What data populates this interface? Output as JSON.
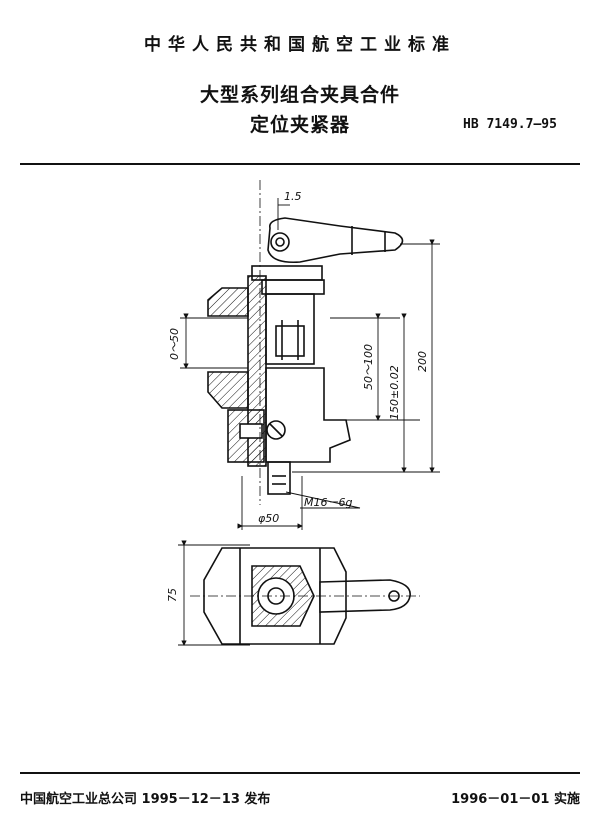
{
  "header": {
    "org_title": "中华人民共和国航空工业标准",
    "title_line1": "大型系列组合夹具合件",
    "title_line2": "定位夹紧器",
    "standard_number": "HB 7149.7—95"
  },
  "drawing": {
    "dims": {
      "d_1_5": "1.5",
      "d_0_50": "0～50",
      "d_50_100": "50～100",
      "d_150": "150±0.02",
      "d_200": "200",
      "d_m16": "M16－6g",
      "d_phi50": "φ50",
      "d_75": "75"
    }
  },
  "footer": {
    "issued": "中国航空工业总公司 1995－12－13 发布",
    "effective": "1996－01－01 实施"
  }
}
